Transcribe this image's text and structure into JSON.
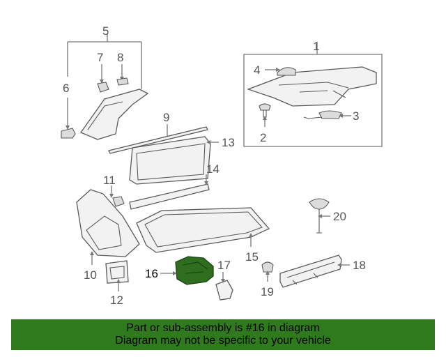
{
  "diagram": {
    "callouts": [
      "1",
      "2",
      "3",
      "4",
      "5",
      "6",
      "7",
      "8",
      "9",
      "10",
      "11",
      "12",
      "13",
      "14",
      "15",
      "16",
      "17",
      "18",
      "19",
      "20"
    ],
    "highlighted_callout": "16",
    "highlight_color": "#2f6e1f"
  },
  "footer": {
    "line1": "Part or sub-assembly is #16 in diagram",
    "line2": "Diagram may not be specific to your vehicle",
    "background": "#2f7a1c"
  }
}
